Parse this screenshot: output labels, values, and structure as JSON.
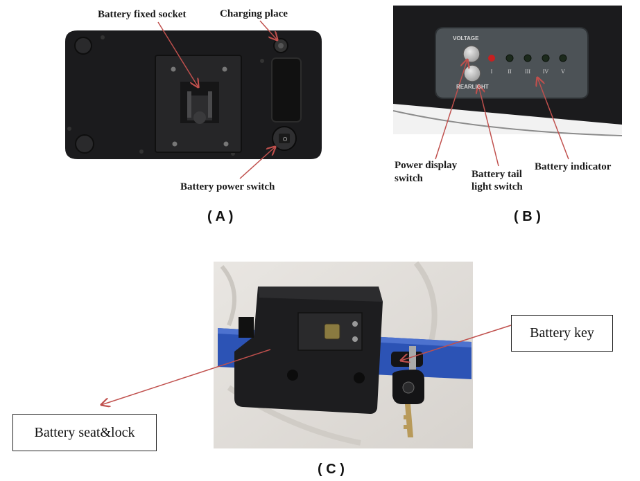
{
  "panel_a": {
    "caption": "( A )",
    "labels": {
      "fixed_socket": "Battery fixed socket",
      "charging_place": "Charging place",
      "power_switch": "Battery power switch"
    }
  },
  "panel_b": {
    "caption": "( B )",
    "panel_texts": {
      "voltage": "VOLTAGE",
      "rearlight": "REARLIGHT",
      "levels": [
        "I",
        "II",
        "III",
        "IV",
        "V"
      ]
    },
    "labels": {
      "power_display_line1": "Power display",
      "power_display_line2": "switch",
      "tail_light_line1": "Battery tail",
      "tail_light_line2": "light switch",
      "indicator": "Battery indicator"
    }
  },
  "panel_c": {
    "caption": "( C )",
    "labels": {
      "key": "Battery key",
      "seat_lock": "Battery seat&lock"
    }
  },
  "colors": {
    "arrow": "#c0504d",
    "device_body": "#1b1b1d",
    "frame_blue": "#2c53b5",
    "led_red": "#c62020"
  }
}
